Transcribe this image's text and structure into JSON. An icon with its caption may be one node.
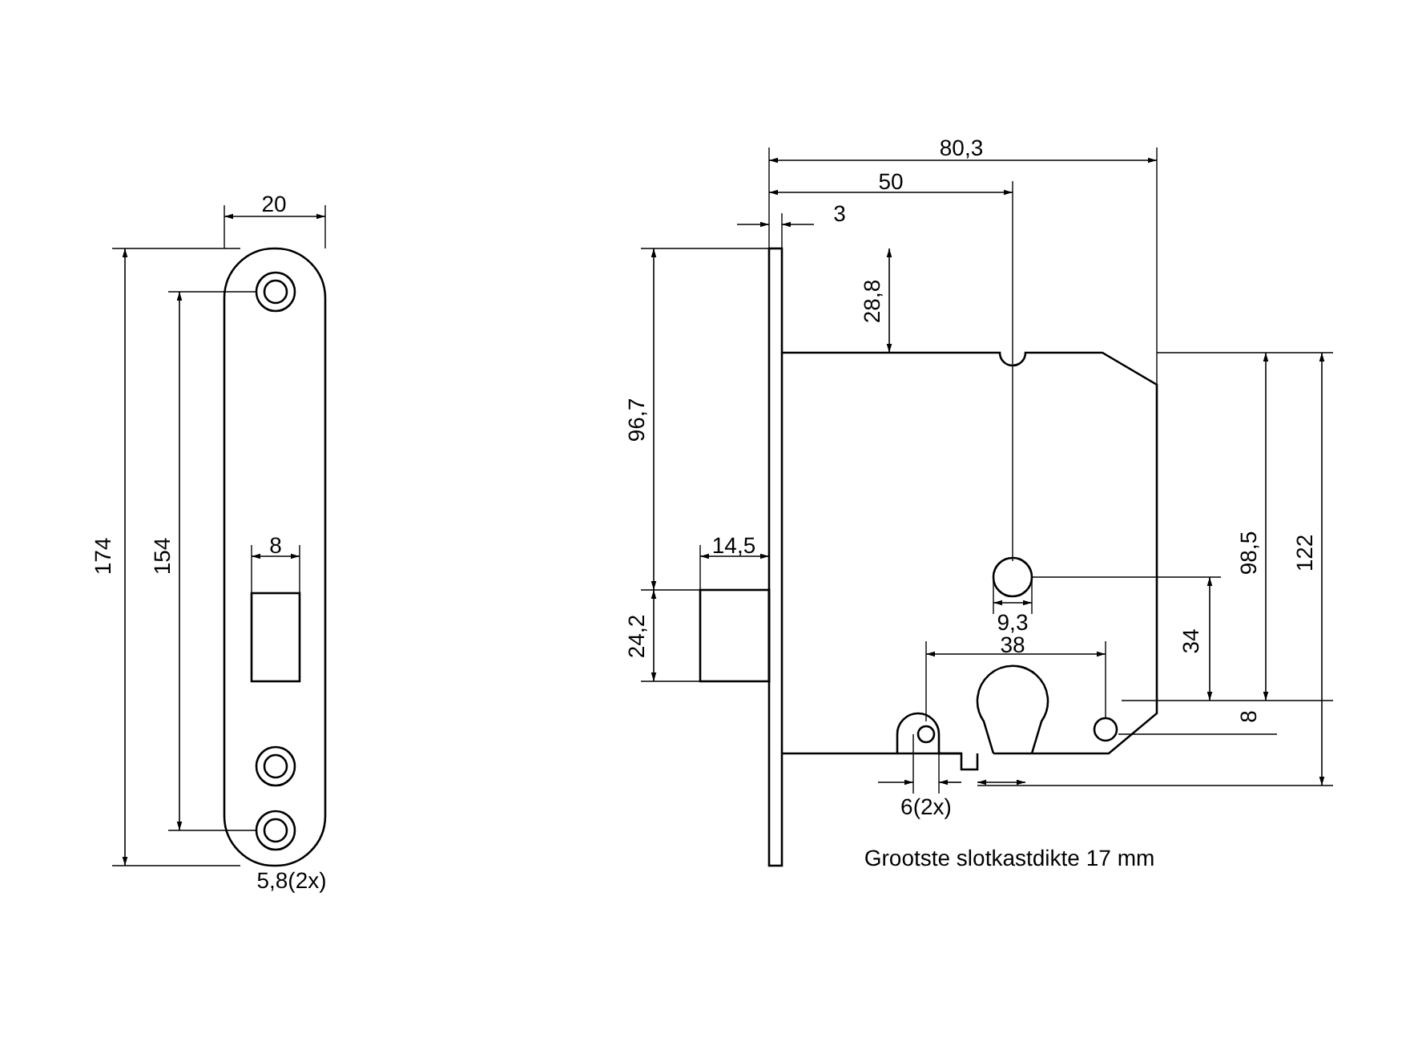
{
  "diagram": {
    "labels": [
      "20",
      "174",
      "154",
      "8",
      "5,8(2x)",
      "80,3",
      "50",
      "3",
      "28,8",
      "96,7",
      "14,5",
      "24,2",
      "9,3",
      "38",
      "34",
      "98,5",
      "122",
      "8",
      "6(2x)",
      "Grootste slotkastdikte 17 mm"
    ]
  }
}
